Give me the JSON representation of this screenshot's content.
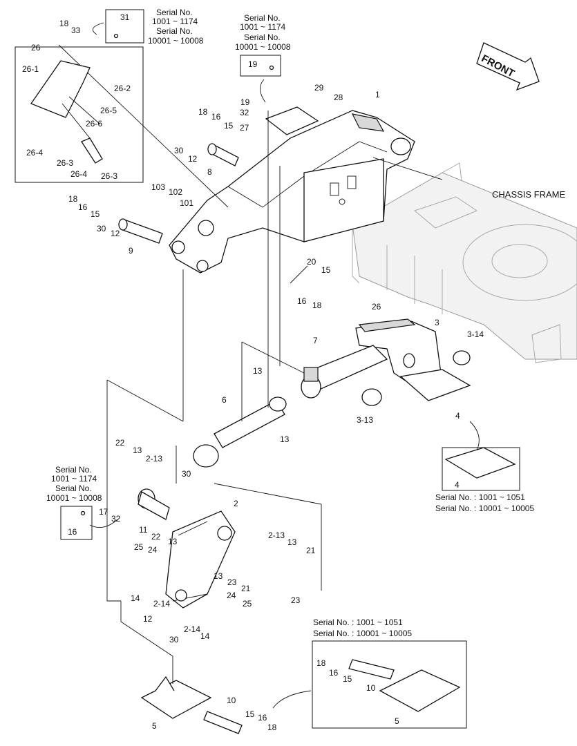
{
  "labels": {
    "front": "FRONT",
    "chassis_frame": "CHASSIS FRAME",
    "serial_top_left_1": "Serial No.",
    "serial_top_left_2": "1001 ~ 1174",
    "serial_top_left_3": "Serial No.",
    "serial_top_left_4": "10001 ~ 10008",
    "serial_top_mid_1": "Serial No.",
    "serial_top_mid_2": "1001 ~ 1174",
    "serial_top_mid_3": "Serial No.",
    "serial_top_mid_4": "10001 ~ 10008",
    "serial_left_1": "Serial No.",
    "serial_left_2": "1001 ~ 1174",
    "serial_left_3": "Serial No.",
    "serial_left_4": "10001 ~ 10008",
    "serial_right_1": "Serial No. : 1001 ~ 1051",
    "serial_right_2": "Serial No. : 10001 ~ 10005",
    "serial_bottom_1": "Serial No. : 1001 ~ 1051",
    "serial_bottom_2": "Serial No. : 10001 ~ 10005"
  },
  "callouts": [
    {
      "text": "18"
    },
    {
      "text": "33"
    },
    {
      "text": "31"
    },
    {
      "text": "26"
    },
    {
      "text": "26-1"
    },
    {
      "text": "26-2"
    },
    {
      "text": "26-5"
    },
    {
      "text": "26-6"
    },
    {
      "text": "26-4"
    },
    {
      "text": "26-3"
    },
    {
      "text": "26-4"
    },
    {
      "text": "26-3"
    },
    {
      "text": "19"
    },
    {
      "text": "19"
    },
    {
      "text": "32"
    },
    {
      "text": "27"
    },
    {
      "text": "29"
    },
    {
      "text": "28"
    },
    {
      "text": "1"
    },
    {
      "text": "18"
    },
    {
      "text": "16"
    },
    {
      "text": "15"
    },
    {
      "text": "30"
    },
    {
      "text": "12"
    },
    {
      "text": "8"
    },
    {
      "text": "103"
    },
    {
      "text": "102"
    },
    {
      "text": "101"
    },
    {
      "text": "18"
    },
    {
      "text": "16"
    },
    {
      "text": "15"
    },
    {
      "text": "30"
    },
    {
      "text": "12"
    },
    {
      "text": "9"
    },
    {
      "text": "20"
    },
    {
      "text": "15"
    },
    {
      "text": "16"
    },
    {
      "text": "18"
    },
    {
      "text": "26"
    },
    {
      "text": "3"
    },
    {
      "text": "3-14"
    },
    {
      "text": "7"
    },
    {
      "text": "13"
    },
    {
      "text": "13"
    },
    {
      "text": "6"
    },
    {
      "text": "3-13"
    },
    {
      "text": "4"
    },
    {
      "text": "4"
    },
    {
      "text": "22"
    },
    {
      "text": "13"
    },
    {
      "text": "2-13"
    },
    {
      "text": "30"
    },
    {
      "text": "17"
    },
    {
      "text": "32"
    },
    {
      "text": "16"
    },
    {
      "text": "11"
    },
    {
      "text": "22"
    },
    {
      "text": "13"
    },
    {
      "text": "2"
    },
    {
      "text": "2-13"
    },
    {
      "text": "13"
    },
    {
      "text": "21"
    },
    {
      "text": "25"
    },
    {
      "text": "24"
    },
    {
      "text": "13"
    },
    {
      "text": "23"
    },
    {
      "text": "21"
    },
    {
      "text": "23"
    },
    {
      "text": "14"
    },
    {
      "text": "2-14"
    },
    {
      "text": "24"
    },
    {
      "text": "25"
    },
    {
      "text": "12"
    },
    {
      "text": "2-14"
    },
    {
      "text": "14"
    },
    {
      "text": "30"
    },
    {
      "text": "18"
    },
    {
      "text": "16"
    },
    {
      "text": "15"
    },
    {
      "text": "10"
    },
    {
      "text": "5"
    },
    {
      "text": "10"
    },
    {
      "text": "15"
    },
    {
      "text": "16"
    },
    {
      "text": "18"
    },
    {
      "text": "5"
    }
  ]
}
